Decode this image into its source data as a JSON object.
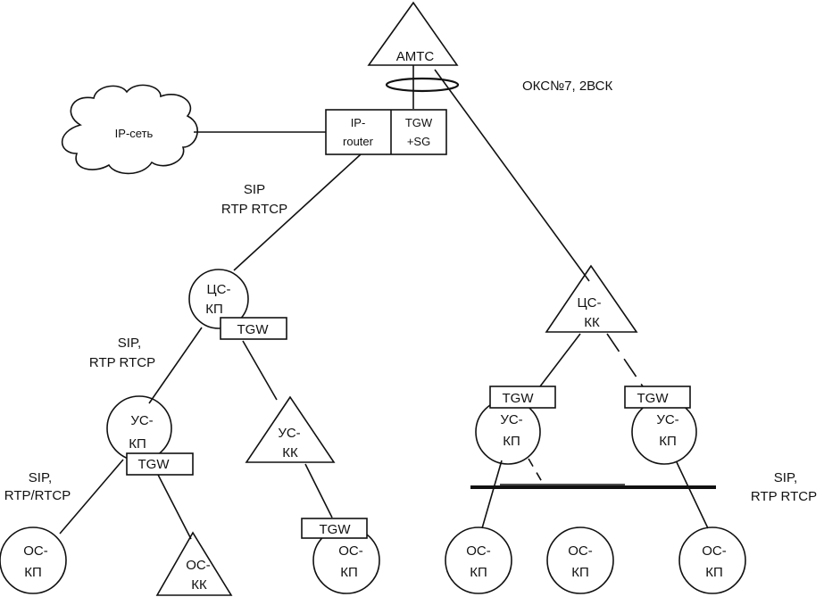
{
  "diagram": {
    "colors": {
      "stroke": "#111111",
      "background": "#ffffff"
    },
    "nodes": {
      "amtc": {
        "label": "AMTC",
        "shape": "triangle"
      },
      "ip_network": {
        "label": "IP-сеть",
        "shape": "cloud"
      },
      "router_left": {
        "line1": "IP-",
        "line2": "router"
      },
      "router_right": {
        "line1": "TGW",
        "line2": "+SG"
      },
      "cs_kp": {
        "line1": "ЦС-",
        "line2": "КП",
        "shape": "circle"
      },
      "cs_kk": {
        "line1": "ЦС-",
        "line2": "КК",
        "shape": "triangle"
      },
      "us_kp_left": {
        "line1": "УС-",
        "line2": "КП",
        "shape": "circle"
      },
      "us_kk": {
        "line1": "УС-",
        "line2": "КК",
        "shape": "triangle"
      },
      "us_kp_mid": {
        "line1": "УС-",
        "line2": "КП",
        "shape": "circle"
      },
      "us_kp_right": {
        "line1": "УС-",
        "line2": "КП",
        "shape": "circle"
      },
      "os_kp_1": {
        "line1": "ОС-",
        "line2": "КП",
        "shape": "circle"
      },
      "os_kk": {
        "line1": "ОС-",
        "line2": "КК",
        "shape": "triangle"
      },
      "os_kp_2": {
        "line1": "ОС-",
        "line2": "КП",
        "shape": "circle"
      },
      "os_kp_3": {
        "line1": "ОС-",
        "line2": "КП",
        "shape": "circle"
      },
      "os_kp_4": {
        "line1": "ОС-",
        "line2": "КП",
        "shape": "circle"
      },
      "os_kp_5": {
        "line1": "ОС-",
        "line2": "КП",
        "shape": "circle"
      }
    },
    "tgw_label": "TGW",
    "labels": {
      "okcn": "ОКС№7, 2ВСК",
      "sip_top_1": "SIP",
      "sip_top_2": "RTP RTCP",
      "sip_mid_1": "SIP,",
      "sip_mid_2": "RTP RTCP",
      "sip_low_1": "SIP,",
      "sip_low_2": "RTP/RTCP",
      "sip_right_1": "SIP,",
      "sip_right_2": "RTP RTCP"
    }
  }
}
